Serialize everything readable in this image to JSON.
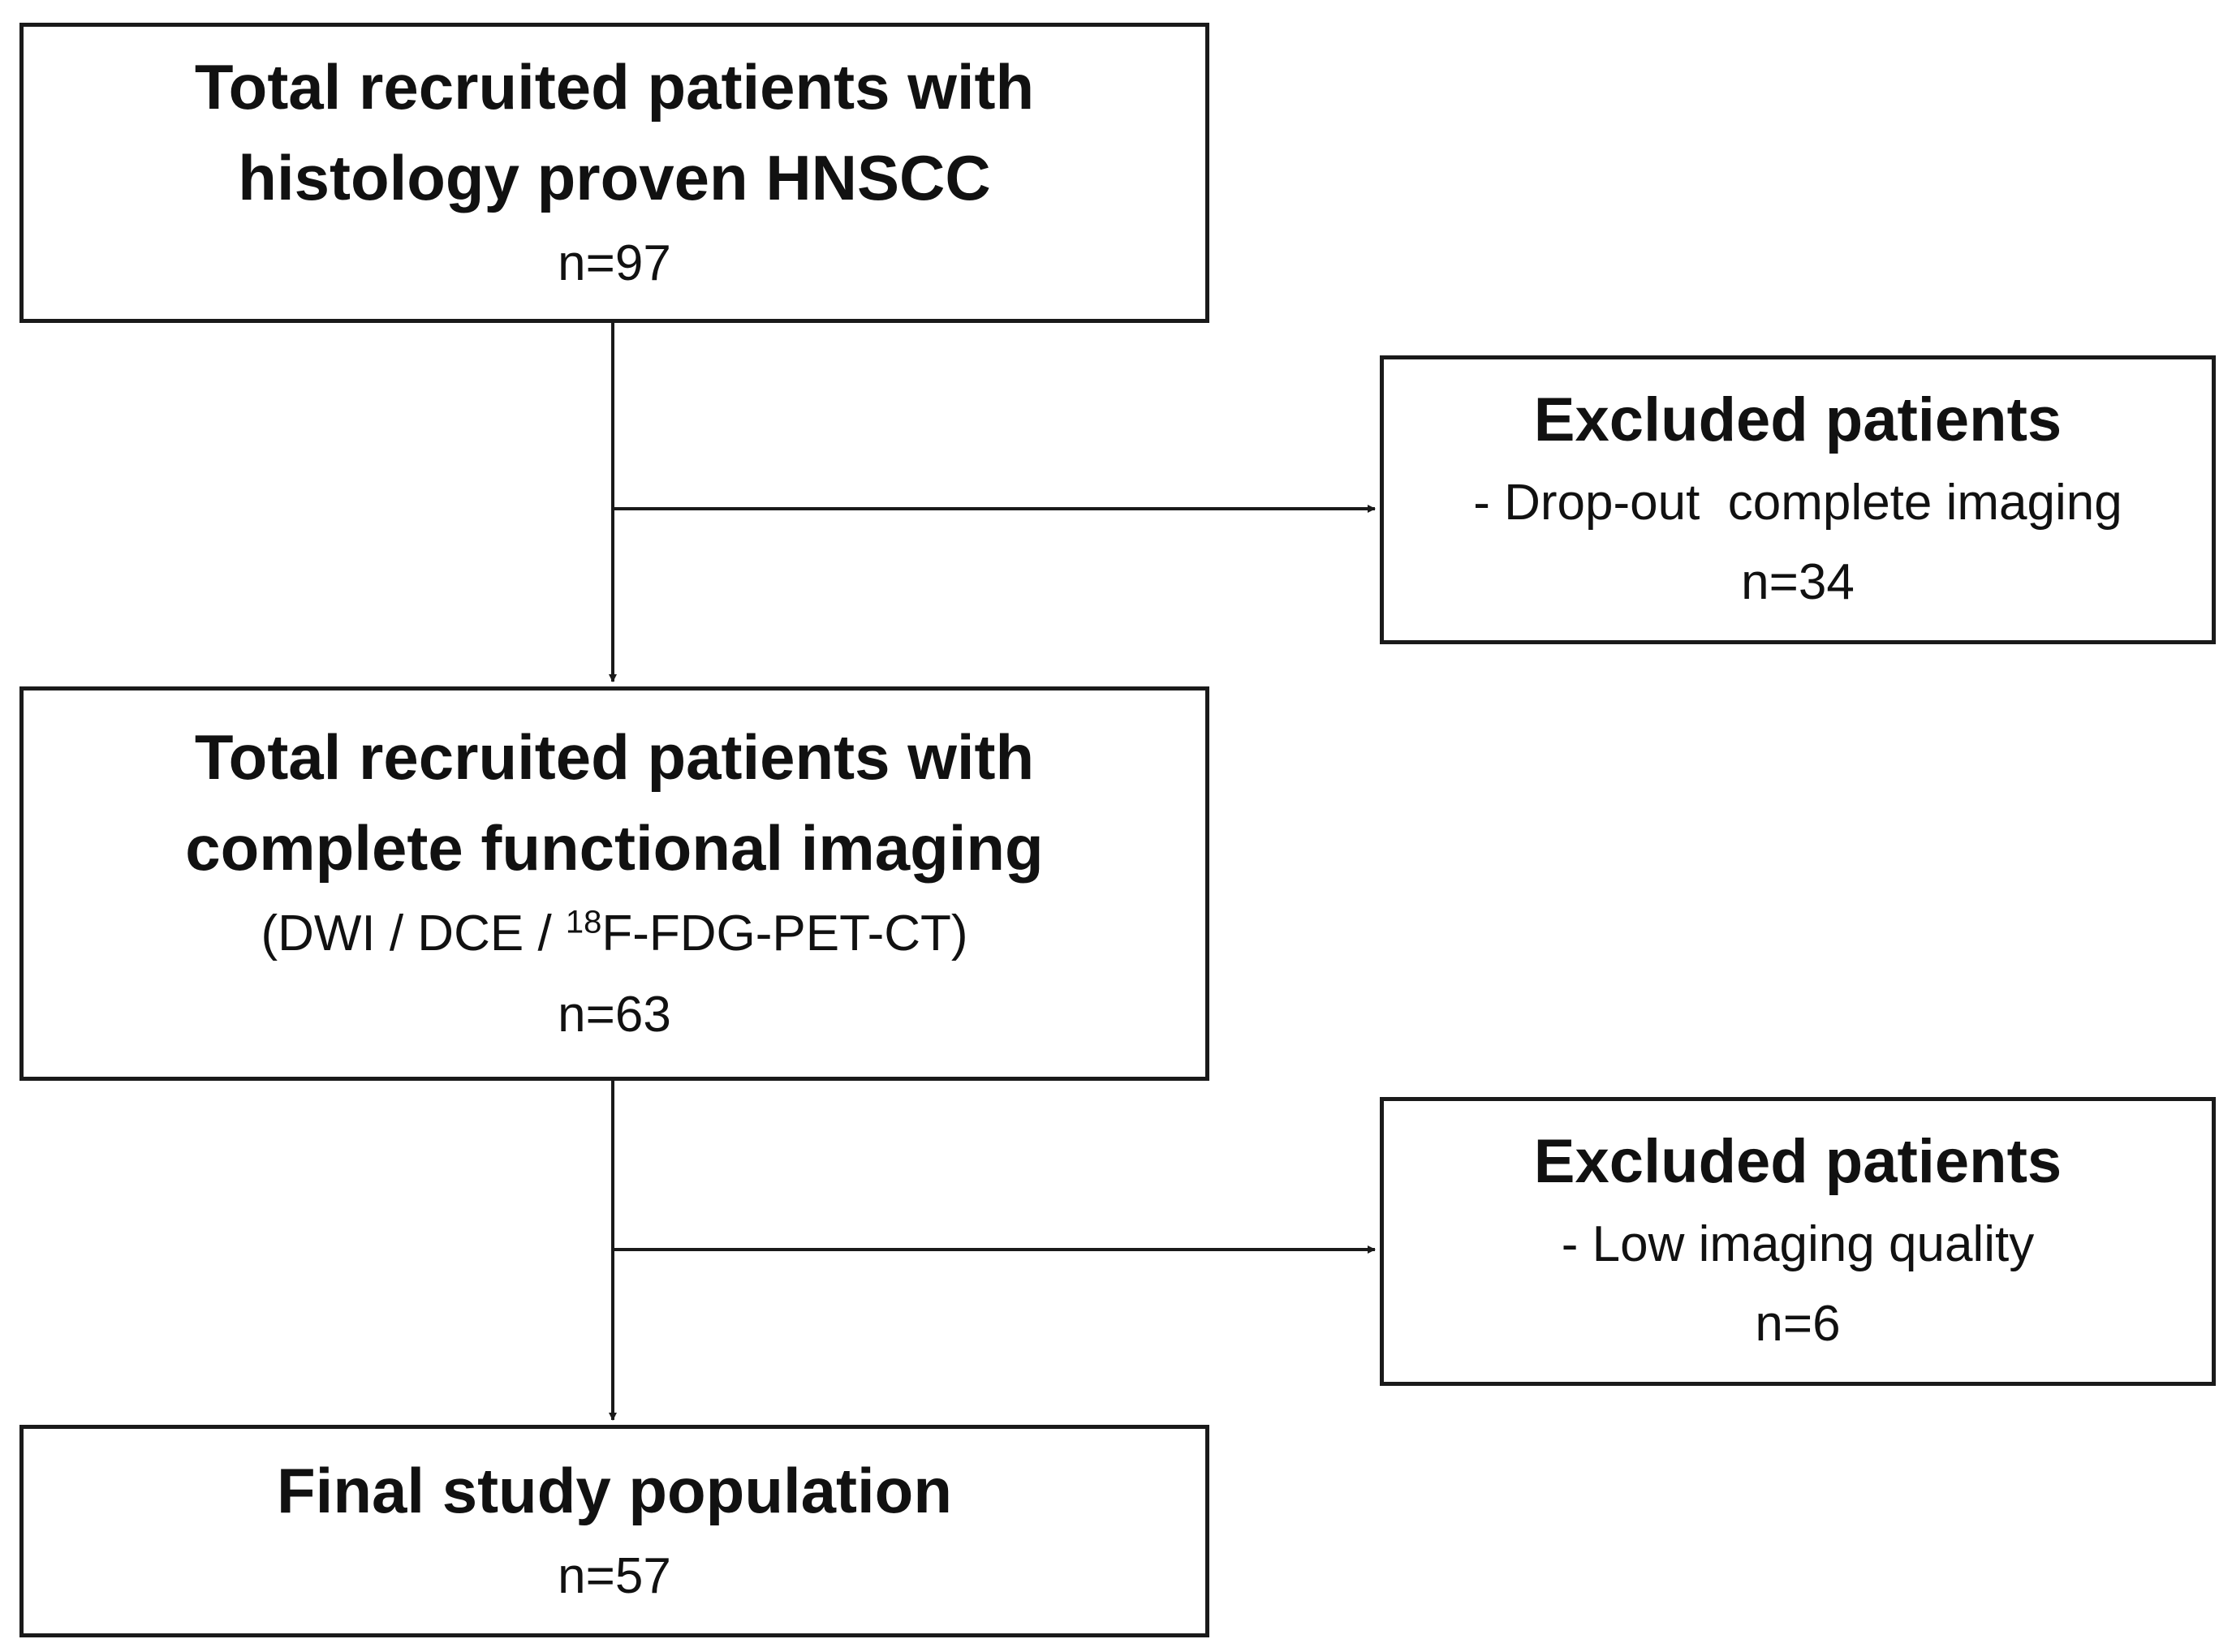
{
  "boxes": {
    "recruited": {
      "title_line1": "Total recruited patients with",
      "title_line2": "histology proven HNSCC",
      "count": "n=97"
    },
    "excluded_1": {
      "title": "Excluded patients",
      "reason": "- Drop-out  complete imaging",
      "count": "n=34"
    },
    "complete_imaging": {
      "title_line1": "Total recruited patients with",
      "title_line2": "complete functional imaging",
      "modalities_prefix": "(DWI / DCE / ",
      "modalities_sup": "18",
      "modalities_suffix": "F-FDG-PET-CT)",
      "count": "n=63"
    },
    "excluded_2": {
      "title": "Excluded patients",
      "reason": "- Low imaging quality",
      "count": "n=6"
    },
    "final": {
      "title": "Final study population",
      "count": "n=57"
    }
  },
  "colors": {
    "line": "#1a1a1a",
    "text": "#111111",
    "background": "#ffffff"
  }
}
